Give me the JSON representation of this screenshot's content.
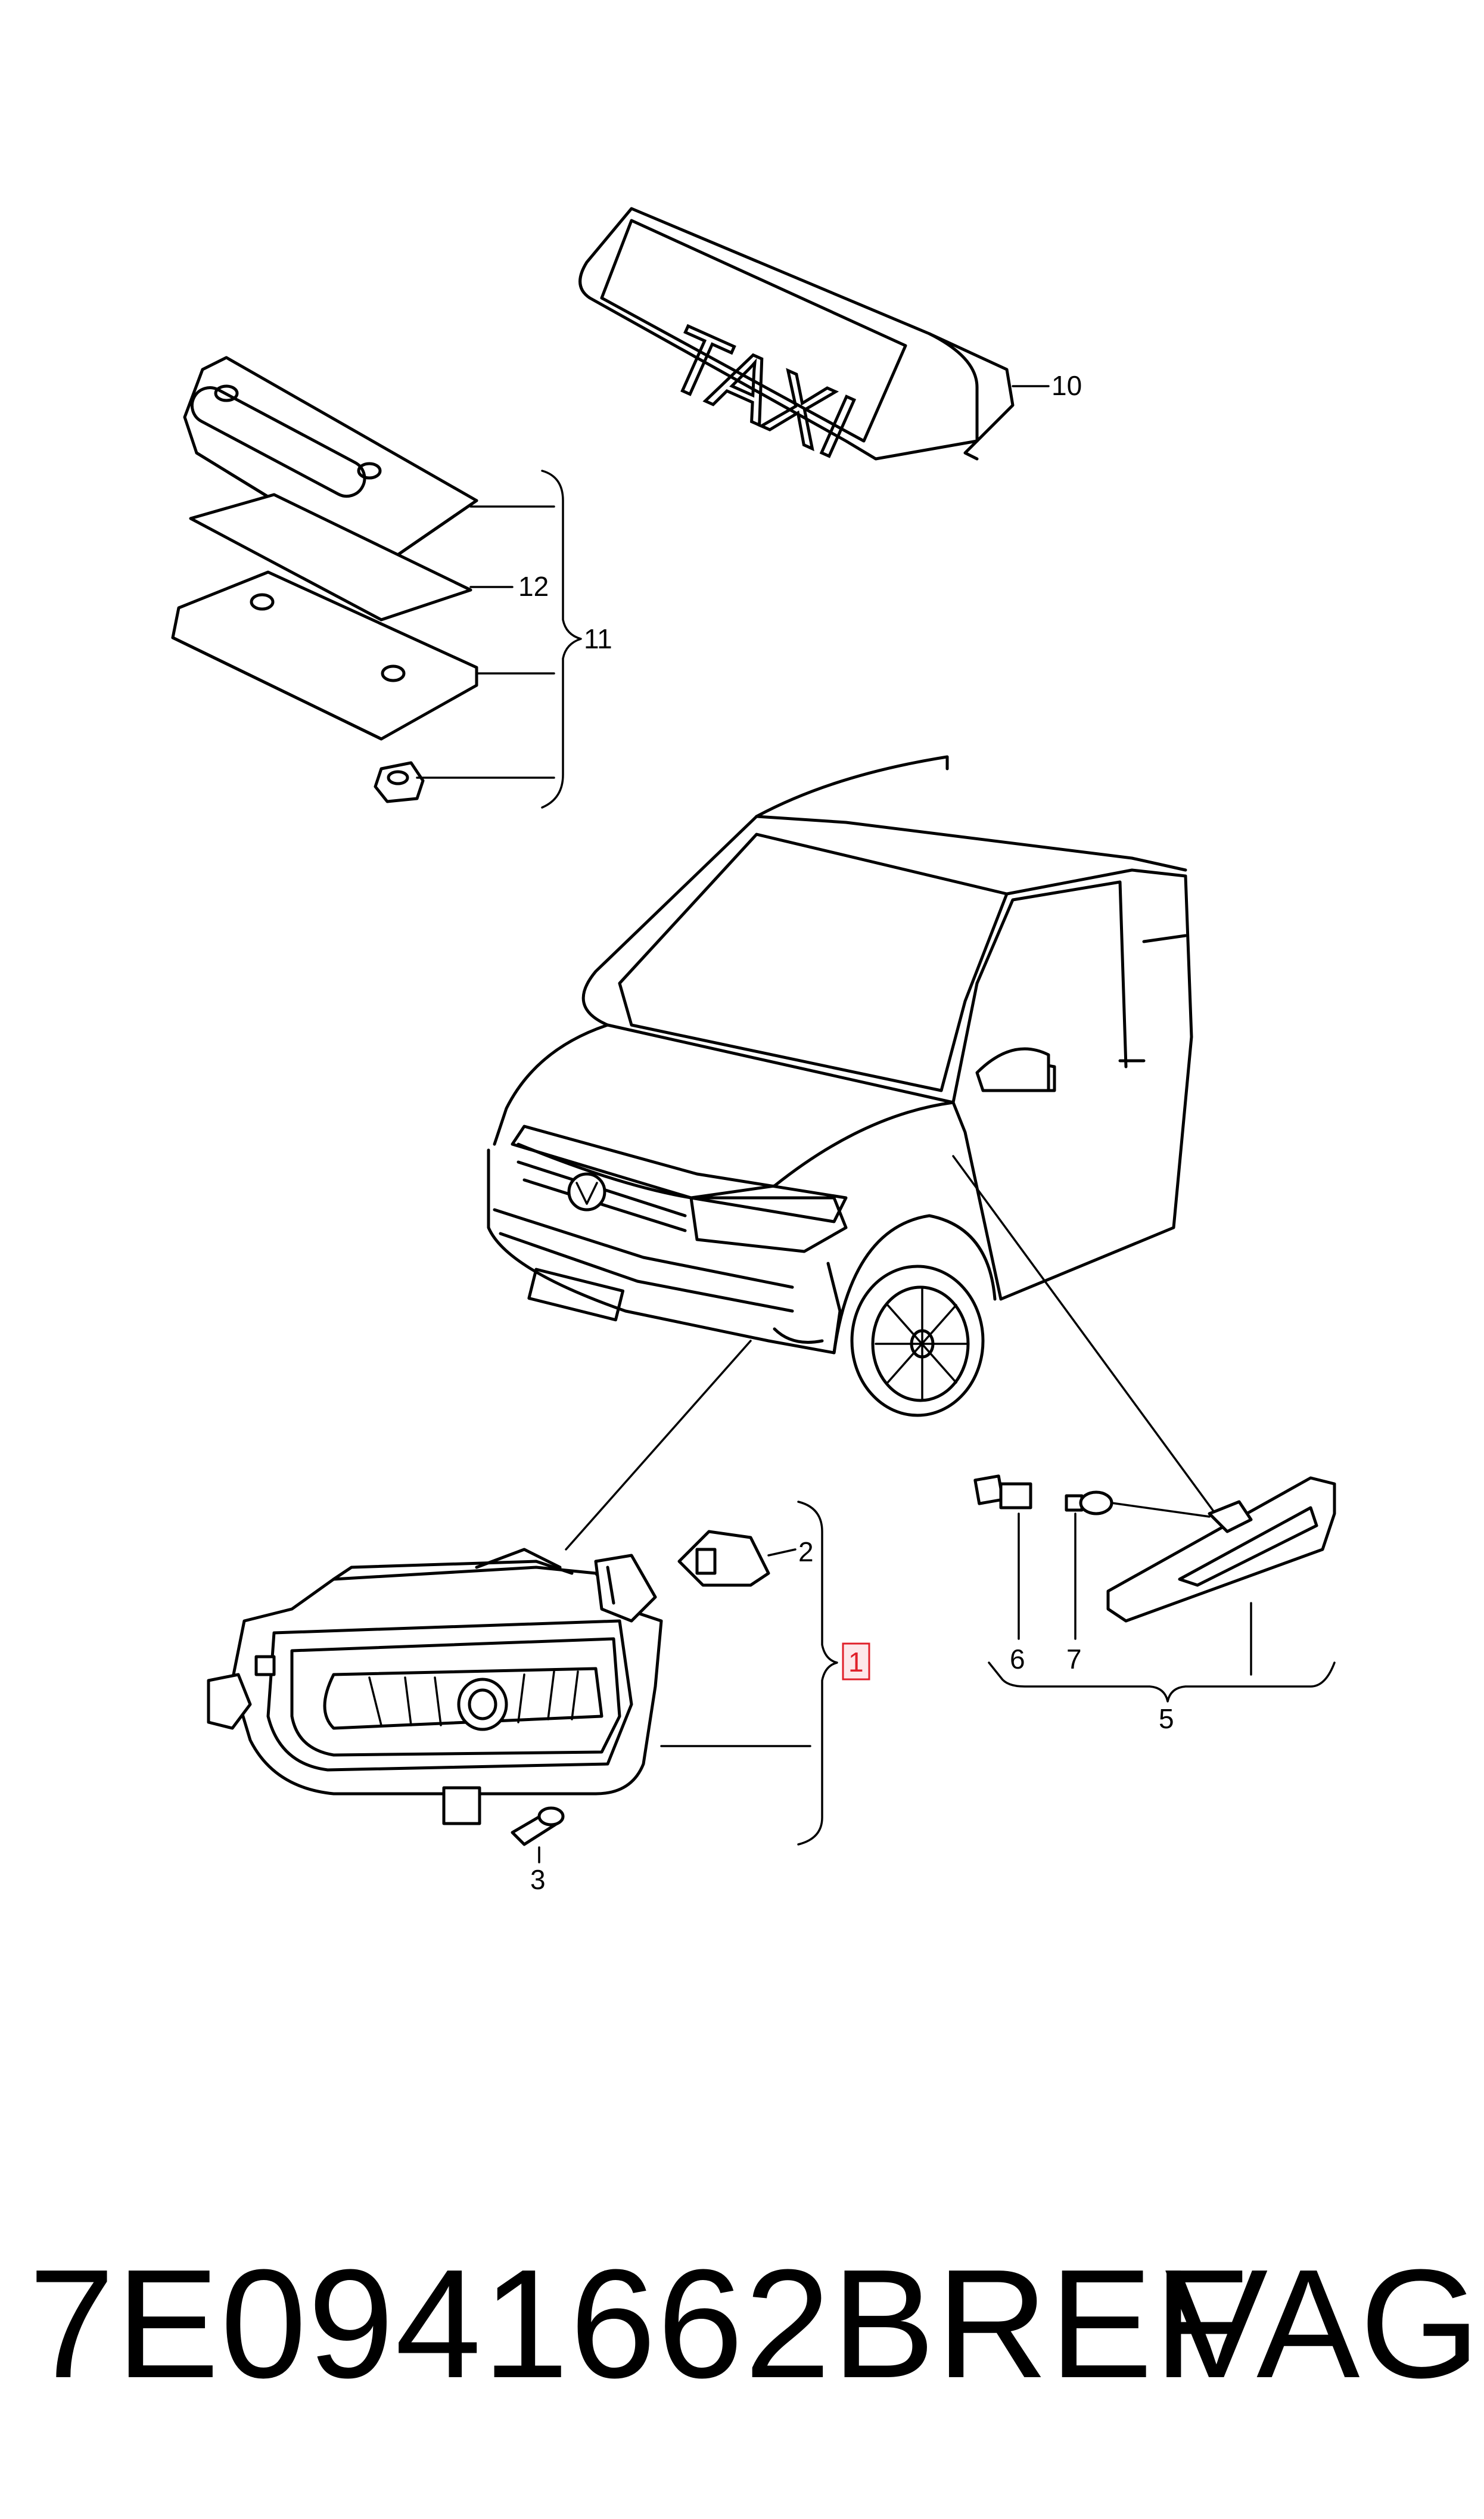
{
  "callouts": {
    "c1": "1",
    "c2": "2",
    "c3": "3",
    "c5": "5",
    "c6": "6",
    "c7": "7",
    "c10": "10",
    "c11": "11",
    "c12": "12"
  },
  "sign_text": "TAXI",
  "footer": {
    "part_number": "7E0941662BREF",
    "brand": "VAG"
  },
  "highlight_color": "#e0202a"
}
